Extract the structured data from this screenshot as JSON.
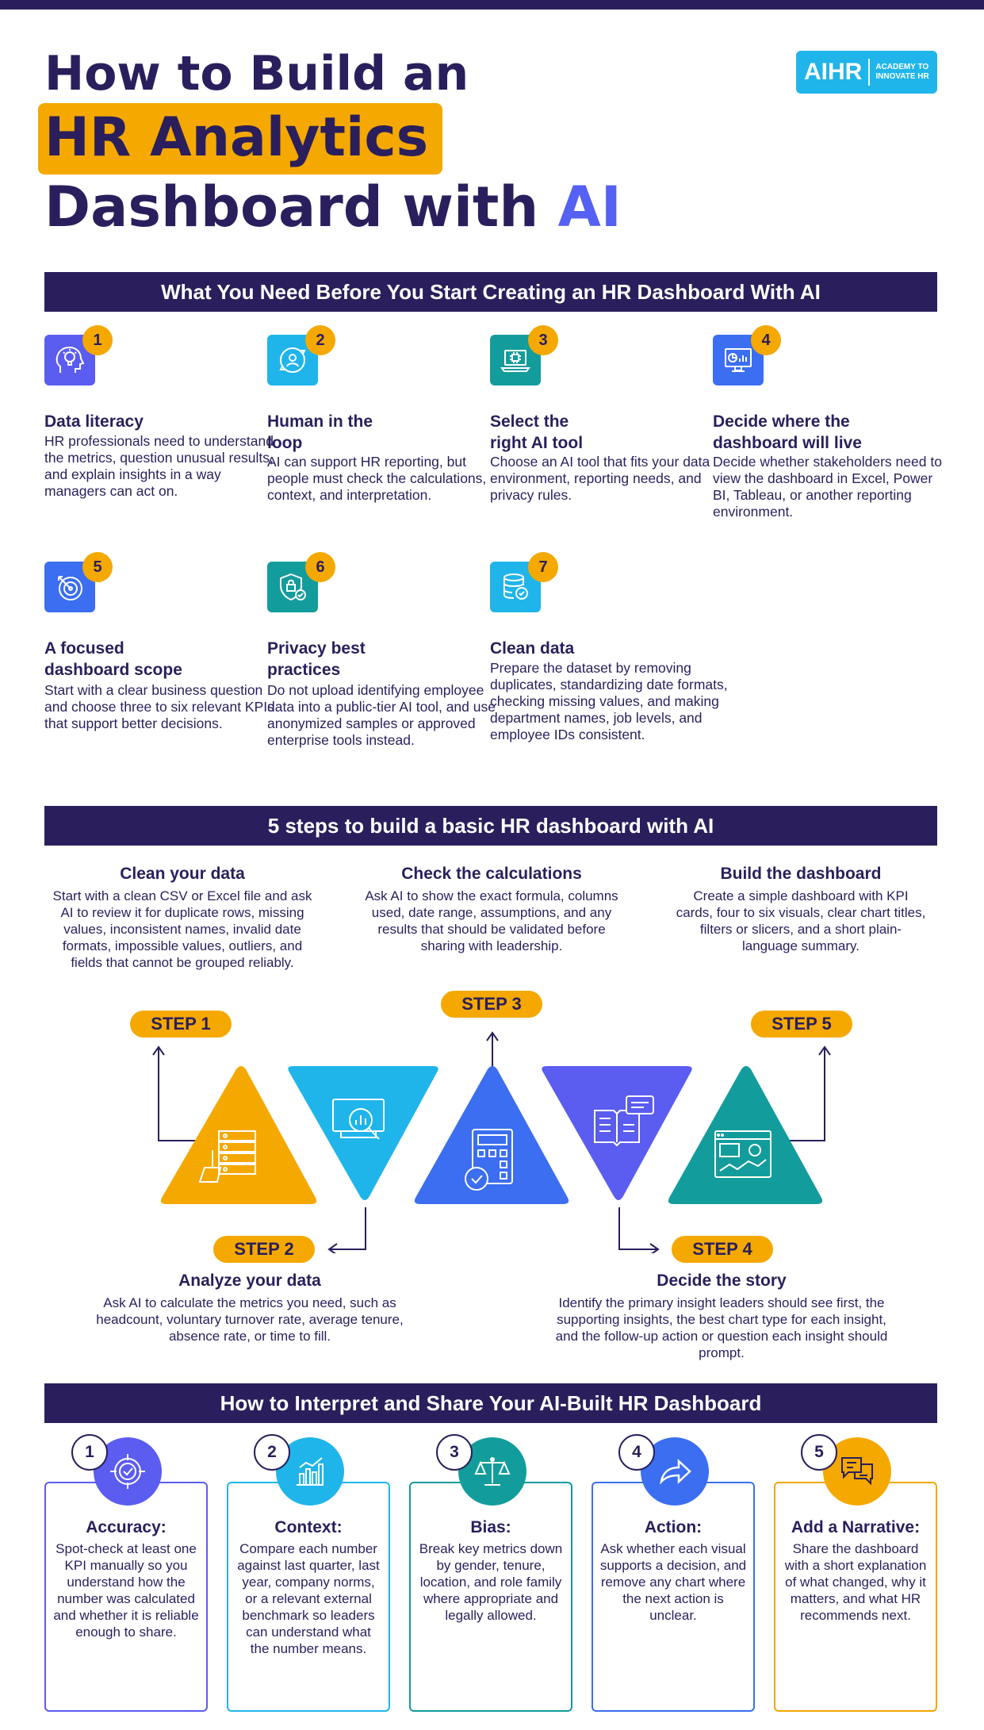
{
  "title": {
    "line1": "How to Build an",
    "line2": "HR Analytics",
    "line3_prefix": "Dashboard with ",
    "line3_accent": "AI"
  },
  "logo": {
    "main": "AIHR",
    "sub1": "ACADEMY TO",
    "sub2": "INNOVATE HR"
  },
  "section1": {
    "heading": "What You Need Before You Start Creating an HR Dashboard With AI",
    "items": [
      {
        "num": "1",
        "icon": "lightbulb-head-icon",
        "title": "Data literacy",
        "body": "HR professionals need to understand the metrics, question unusual results, and explain insights in a way managers can act on."
      },
      {
        "num": "2",
        "icon": "person-loop-icon",
        "title": "Human in the loop",
        "body": "AI can support HR reporting, but people must check the calculations, context, and interpretation."
      },
      {
        "num": "3",
        "icon": "laptop-ai-icon",
        "title": "Select the right AI tool",
        "body": "Choose an AI tool that fits your data environment, reporting needs, and privacy rules."
      },
      {
        "num": "4",
        "icon": "monitor-dashboard-icon",
        "title": "Decide where the dashboard will live",
        "body": "Decide whether stakeholders need to view the dashboard in Excel, Power BI, Tableau, or another reporting environment."
      },
      {
        "num": "5",
        "icon": "target-icon",
        "title": "A focused dashboard scope",
        "body": "Start with a clear business question and choose three to six relevant KPIs that support better decisions."
      },
      {
        "num": "6",
        "icon": "shield-lock-icon",
        "title": "Privacy best practices",
        "body": "Do not upload identifying employee data into a public-tier AI tool, and use anonymized samples or approved enterprise tools instead."
      },
      {
        "num": "7",
        "icon": "database-check-icon",
        "title": "Clean data",
        "body": "Prepare the dataset by removing duplicates, standardizing date formats, checking missing values, and making department names, job levels, and employee IDs consistent."
      }
    ]
  },
  "section2": {
    "heading": "5 steps to build a basic HR dashboard with AI",
    "steps": [
      {
        "pill": "STEP 1",
        "title": "Clean your data",
        "body": "Start with a clean CSV or Excel file and ask AI to review it for duplicate rows, missing values, inconsistent names, invalid date formats, impossible values, outliers, and fields that cannot be grouped reliably.",
        "icon": "broom-server-icon",
        "color": "#f5a800"
      },
      {
        "pill": "STEP 2",
        "title": "Analyze your data",
        "body": "Ask AI to calculate the metrics you need, such as headcount, voluntary turnover rate, average tenure, absence rate, or time to fill.",
        "icon": "magnify-chart-icon",
        "color": "#1fb5ea"
      },
      {
        "pill": "STEP 3",
        "title": "Check the calculations",
        "body": "Ask AI to show the exact formula, columns used, date range, assumptions, and any results that should be validated before sharing with leadership.",
        "icon": "calculator-check-icon",
        "color": "#3b6ef0"
      },
      {
        "pill": "STEP 4",
        "title": "Decide the story",
        "body": "Identify the primary insight leaders should see first, the supporting insights, the best chart type for each insight, and the follow-up action or question each insight should prompt.",
        "icon": "book-chat-icon",
        "color": "#5b5cf0"
      },
      {
        "pill": "STEP 5",
        "title": "Build the dashboard",
        "body": "Create a simple dashboard with KPI cards, four to six visuals, clear chart titles, filters or slicers, and a short plain-language summary.",
        "icon": "dashboard-window-icon",
        "color": "#139c9c"
      }
    ]
  },
  "section3": {
    "heading": "How to Interpret and Share Your AI-Built HR Dashboard",
    "cards": [
      {
        "num": "1",
        "title": "Accuracy:",
        "body": "Spot-check at least one KPI manually so you understand how the number was calculated and whether it is reliable enough to share.",
        "color": "#5b5cf0",
        "icon": "target-check-icon"
      },
      {
        "num": "2",
        "title": "Context:",
        "body": "Compare each number against last quarter, last year, company norms, or a relevant external benchmark so leaders can understand what the number means.",
        "color": "#1fb5ea",
        "icon": "bar-chart-icon"
      },
      {
        "num": "3",
        "title": "Bias:",
        "body": "Break key metrics down by gender, tenure, location, and role family where appropriate and legally allowed.",
        "color": "#139c9c",
        "icon": "scales-icon"
      },
      {
        "num": "4",
        "title": "Action:",
        "body": "Ask whether each visual supports a decision, and remove any chart where the next action is unclear.",
        "color": "#3b6ef0",
        "icon": "share-arrow-icon"
      },
      {
        "num": "5",
        "title": "Add a Narrative:",
        "body": "Share the dashboard with a short explanation of what changed, why it matters, and what HR recommends next.",
        "color": "#f5a800",
        "icon": "chat-bubbles-icon"
      }
    ]
  }
}
